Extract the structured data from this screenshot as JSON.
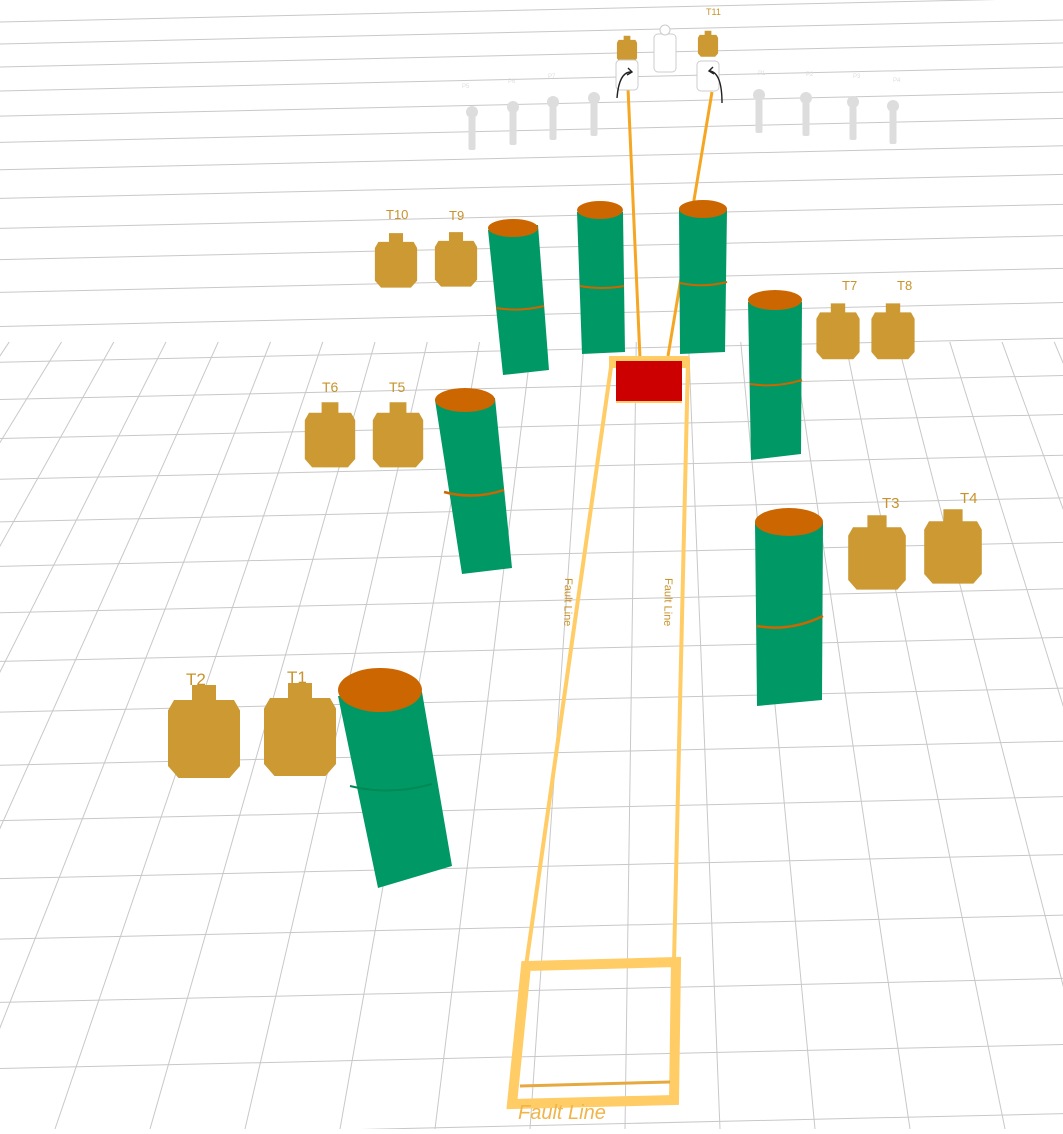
{
  "target_labels": {
    "t1": "T1",
    "t2": "T2",
    "t3": "T3",
    "t4": "T4",
    "t5": "T5",
    "t6": "T6",
    "t7": "T7",
    "t8": "T8",
    "t9": "T9",
    "t10": "T10"
  },
  "top_target_label": "T11",
  "fault_line_label": "Fault Line",
  "fault_line_side_left": "Fault Line",
  "fault_line_side_right": "Fault Line",
  "colors": {
    "grid": "#c8c8c8",
    "barrel_body": "#009966",
    "barrel_top": "#cc6600",
    "target": "#cc9933",
    "fault_line": "#ffcc66",
    "fault_line_dark": "#e6a93f",
    "start_box": "#cc0000",
    "steel_inactive": "#dddddd",
    "label": "#c8922c"
  },
  "icons": {
    "barrel": "barrel-cylinder-icon",
    "target": "cardboard-target-icon",
    "steel": "steel-popper-icon",
    "swing_arrow": "curved-arrow-icon",
    "start_box": "start-box-icon"
  }
}
